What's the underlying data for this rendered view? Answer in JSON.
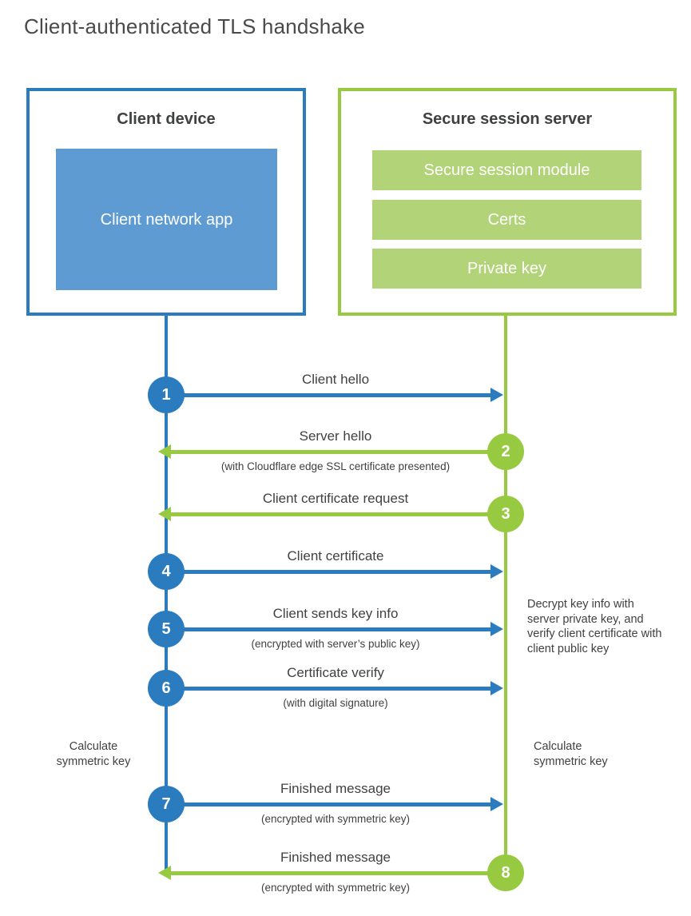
{
  "title": "Client-authenticated TLS handshake",
  "colors": {
    "client_blue": "#2b7bbf",
    "client_blue_fill": "#5e9bd3",
    "server_green": "#97ca41",
    "server_green_fill": "#b2d377",
    "text": "#414042"
  },
  "client": {
    "title": "Client device",
    "app_label": "Client network app"
  },
  "server": {
    "title": "Secure session server",
    "modules": [
      "Secure session module",
      "Certs",
      "Private key"
    ]
  },
  "steps": [
    {
      "num": "1",
      "from": "client",
      "label": "Client hello",
      "sub": ""
    },
    {
      "num": "2",
      "from": "server",
      "label": "Server hello",
      "sub": "(with Cloudflare edge SSL certificate presented)"
    },
    {
      "num": "3",
      "from": "server",
      "label": "Client certificate request",
      "sub": ""
    },
    {
      "num": "4",
      "from": "client",
      "label": "Client certificate",
      "sub": ""
    },
    {
      "num": "5",
      "from": "client",
      "label": "Client sends key info",
      "sub": "(encrypted with server’s public key)"
    },
    {
      "num": "6",
      "from": "client",
      "label": "Certificate verify",
      "sub": "(with digital signature)"
    },
    {
      "num": "7",
      "from": "client",
      "label": "Finished message",
      "sub": "(encrypted with symmetric key)"
    },
    {
      "num": "8",
      "from": "server",
      "label": "Finished message",
      "sub": "(encrypted with symmetric key)"
    }
  ],
  "annotations": {
    "server_note": "Decrypt key info with server private key, and verify client certificate with client public key",
    "calc_left": "Calculate symmetric key",
    "calc_right": "Calculate symmetric key"
  }
}
